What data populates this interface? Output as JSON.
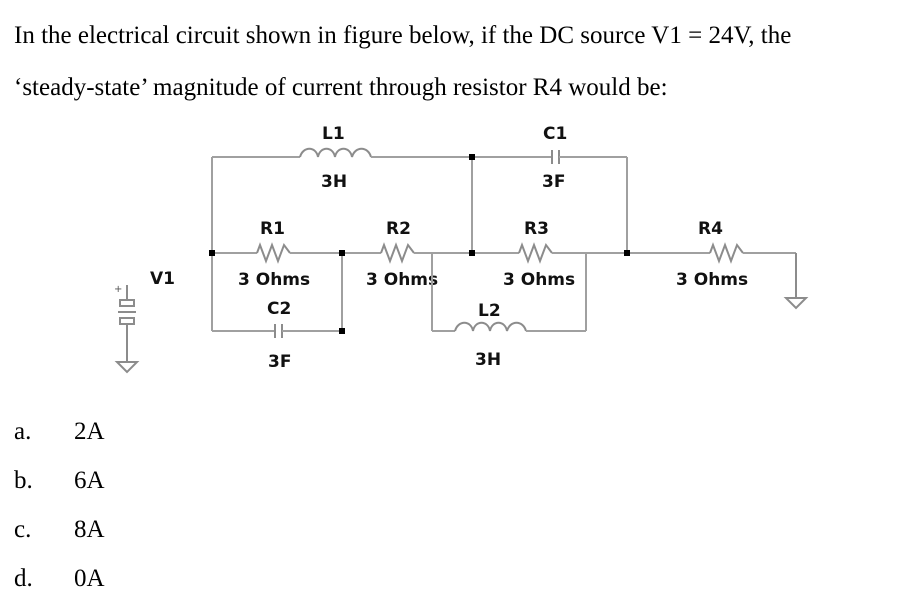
{
  "question": {
    "line1": "In the electrical circuit shown in figure below, if the DC source V1 = 24V, the",
    "line2": "‘steady-state’ magnitude of current through resistor R4 would be:"
  },
  "circuit": {
    "V1": {
      "name": "V1"
    },
    "L1": {
      "name": "L1",
      "value": "3H"
    },
    "C1": {
      "name": "C1",
      "value": "3F"
    },
    "R1": {
      "name": "R1",
      "value": "3 Ohms"
    },
    "R2": {
      "name": "R2",
      "value": "3 Ohms"
    },
    "R3": {
      "name": "R3",
      "value": "3 Ohms"
    },
    "R4": {
      "name": "R4",
      "value": "3 Ohms"
    },
    "C2": {
      "name": "C2",
      "value": "3F"
    },
    "L2": {
      "name": "L2",
      "value": "3H"
    },
    "plus_sign": "+"
  },
  "options": [
    {
      "letter": "a.",
      "value": "2A"
    },
    {
      "letter": "b.",
      "value": "6A"
    },
    {
      "letter": "c.",
      "value": "8A"
    },
    {
      "letter": "d.",
      "value": "0A"
    }
  ]
}
